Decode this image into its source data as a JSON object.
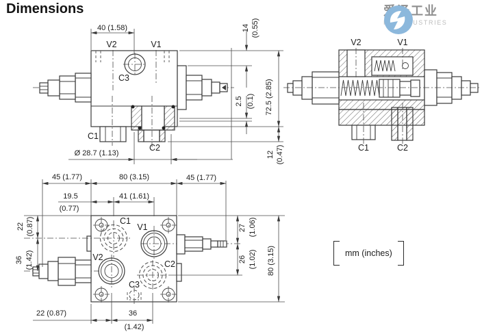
{
  "header": {
    "title": "Dimensions"
  },
  "logo": {
    "brand_cn": "爱泽工业",
    "brand_en": "IZE INDUSTRIES"
  },
  "units_note": "mm (inches)",
  "colors": {
    "logo_blue": "#8cb8dc",
    "line": "#3a3a3a"
  },
  "side_view": {
    "ports": {
      "v2": "V2",
      "v1": "V1",
      "c3": "C3",
      "c1": "C1",
      "c2": "C2"
    },
    "dims": {
      "d40": "40 (1.58)",
      "d14": {
        "mm": "14",
        "in": "(0.55)"
      },
      "d2_5": {
        "mm": "2.5",
        "in": "(0.1)"
      },
      "d72_5": "72.5 (2.85)",
      "d12": {
        "mm": "12",
        "in": "(0.47)"
      },
      "d28_7": "Ø 28.7 (1.13)"
    }
  },
  "section_view": {
    "ports": {
      "v2": "V2",
      "v1": "V1",
      "c1": "C1",
      "c2": "C2"
    }
  },
  "bottom_view": {
    "ports": {
      "c1": "C1",
      "v1": "V1",
      "v2": "V2",
      "c2": "C2",
      "c3": "C3"
    },
    "dims": {
      "left45": "45 (1.77)",
      "top80": "80 (3.15)",
      "right45": "45 (1.77)",
      "d19_5": {
        "mm": "19.5",
        "in": "(0.77)"
      },
      "d41": "41 (1.61)",
      "d22l": {
        "mm": "22",
        "in": "(0.87)"
      },
      "d36l": {
        "mm": "36",
        "in": "(1.42)"
      },
      "d27": {
        "mm": "27",
        "in": "(1.06)"
      },
      "d26": {
        "mm": "26",
        "in": "(1.02)"
      },
      "d80r": "80 (3.15)",
      "d22b": "22 (0.87)",
      "d36b": {
        "mm": "36",
        "in": "(1.42)"
      }
    }
  }
}
